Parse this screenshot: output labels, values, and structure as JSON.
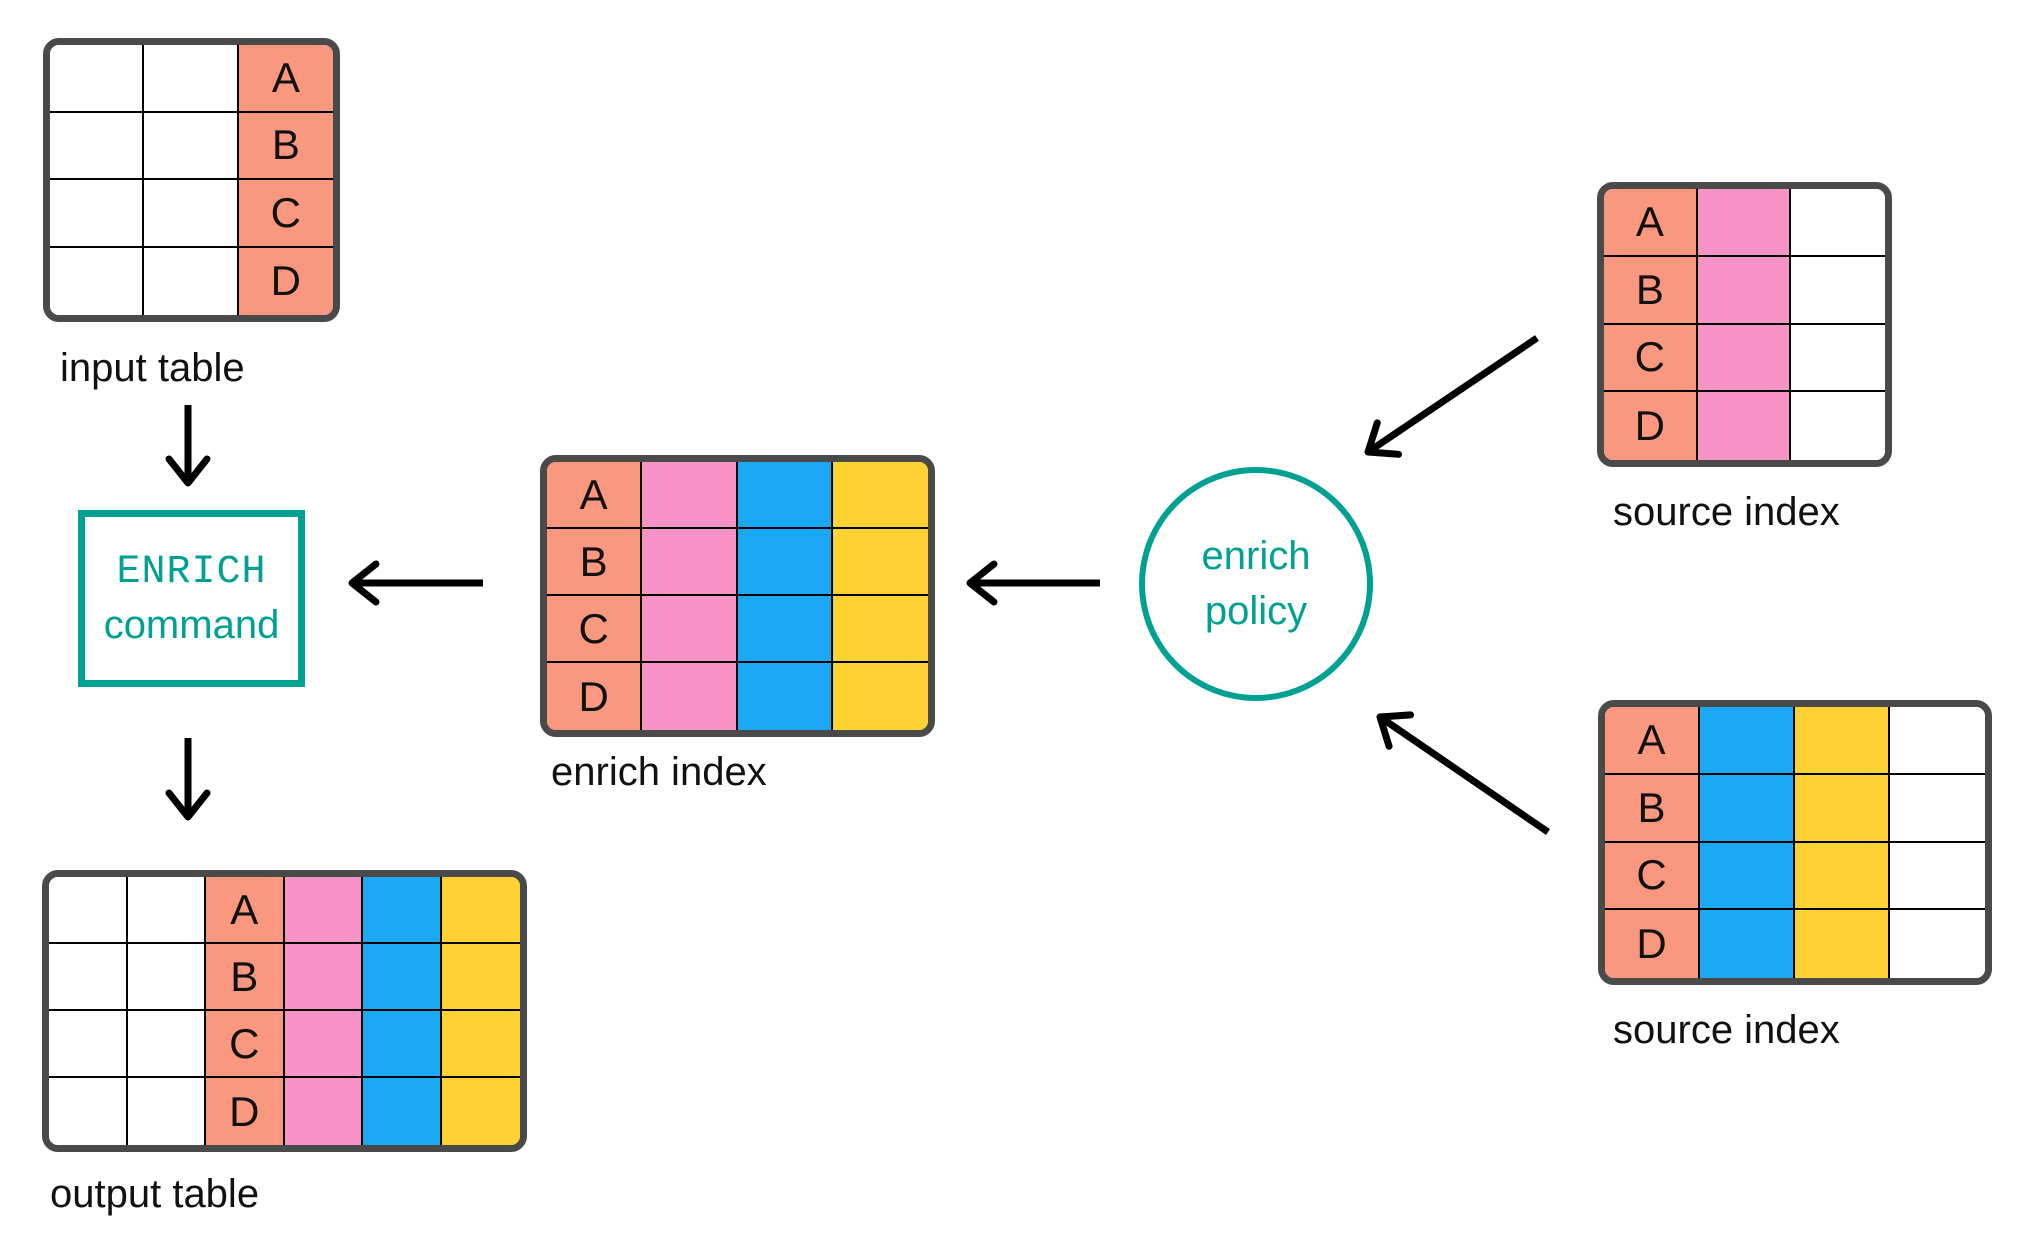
{
  "colors": {
    "salmon": "#F9977F",
    "pink": "#F893C7",
    "blue": "#1BA9F5",
    "yellow": "#FDD232",
    "teal": "#00A093",
    "table_border": "#4A4A4A",
    "grid_line": "#000000",
    "arrow": "#000000",
    "white": "#FFFFFF"
  },
  "command_box": {
    "line1": "ENRICH",
    "line2": "command"
  },
  "policy": {
    "line1": "enrich",
    "line2": "policy"
  },
  "tables": {
    "input": {
      "label": "input table",
      "row_keys": [
        "A",
        "B",
        "C",
        "D"
      ],
      "columns": [
        {
          "color": "white",
          "letters": false
        },
        {
          "color": "white",
          "letters": false
        },
        {
          "color": "salmon",
          "letters": true
        }
      ]
    },
    "enrich_index": {
      "label": "enrich index",
      "row_keys": [
        "A",
        "B",
        "C",
        "D"
      ],
      "columns": [
        {
          "color": "salmon",
          "letters": true
        },
        {
          "color": "pink",
          "letters": false
        },
        {
          "color": "blue",
          "letters": false
        },
        {
          "color": "yellow",
          "letters": false
        }
      ]
    },
    "output": {
      "label": "output table",
      "row_keys": [
        "A",
        "B",
        "C",
        "D"
      ],
      "columns": [
        {
          "color": "white",
          "letters": false
        },
        {
          "color": "white",
          "letters": false
        },
        {
          "color": "salmon",
          "letters": true
        },
        {
          "color": "pink",
          "letters": false
        },
        {
          "color": "blue",
          "letters": false
        },
        {
          "color": "yellow",
          "letters": false
        }
      ]
    },
    "source_top": {
      "label": "source index",
      "row_keys": [
        "A",
        "B",
        "C",
        "D"
      ],
      "columns": [
        {
          "color": "salmon",
          "letters": true
        },
        {
          "color": "pink",
          "letters": false
        },
        {
          "color": "white",
          "letters": false
        }
      ]
    },
    "source_bottom": {
      "label": "source index",
      "row_keys": [
        "A",
        "B",
        "C",
        "D"
      ],
      "columns": [
        {
          "color": "salmon",
          "letters": true
        },
        {
          "color": "blue",
          "letters": false
        },
        {
          "color": "yellow",
          "letters": false
        },
        {
          "color": "white",
          "letters": false
        }
      ]
    }
  }
}
